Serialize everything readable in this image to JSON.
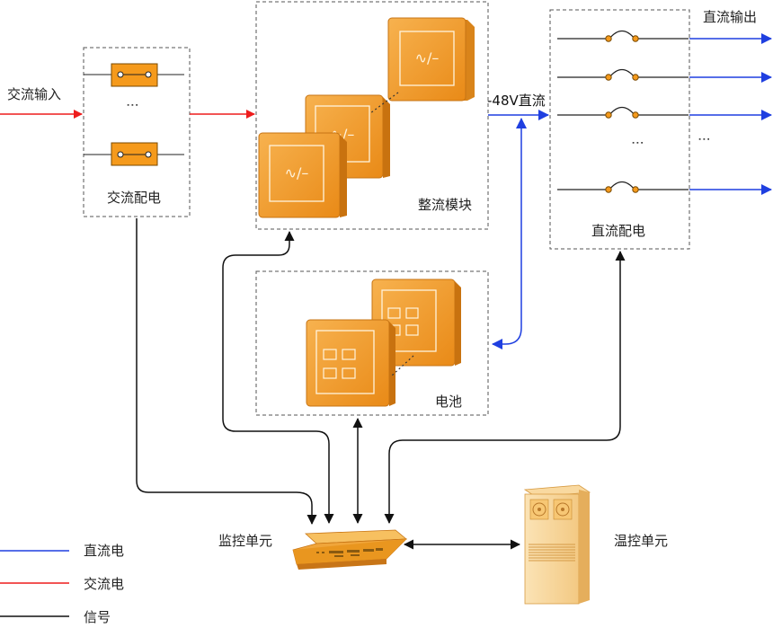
{
  "labels": {
    "ac_input": "交流输入",
    "ac_dist": "交流配电",
    "rectifier": "整流模块",
    "dc_48v": "-48V直流",
    "dc_output": "直流输出",
    "dc_dist": "直流配电",
    "battery": "电池",
    "monitor": "监控单元",
    "temp_ctrl": "温控单元"
  },
  "legend": [
    {
      "label": "直流电",
      "color": "#1f3fe0"
    },
    {
      "label": "交流电",
      "color": "#ee1c1c"
    },
    {
      "label": "信号",
      "color": "#111111"
    }
  ],
  "colors": {
    "dc": "#1f3fe0",
    "ac": "#ee1c1c",
    "signal": "#111111",
    "module_orange": "#f0a53a",
    "breaker_orange": "#f59a1c"
  },
  "icons": [
    "rectifier-module-icon",
    "battery-pack-icon",
    "monitor-device-icon",
    "temperature-cabinet-icon",
    "breaker-icon",
    "switch-icon"
  ]
}
